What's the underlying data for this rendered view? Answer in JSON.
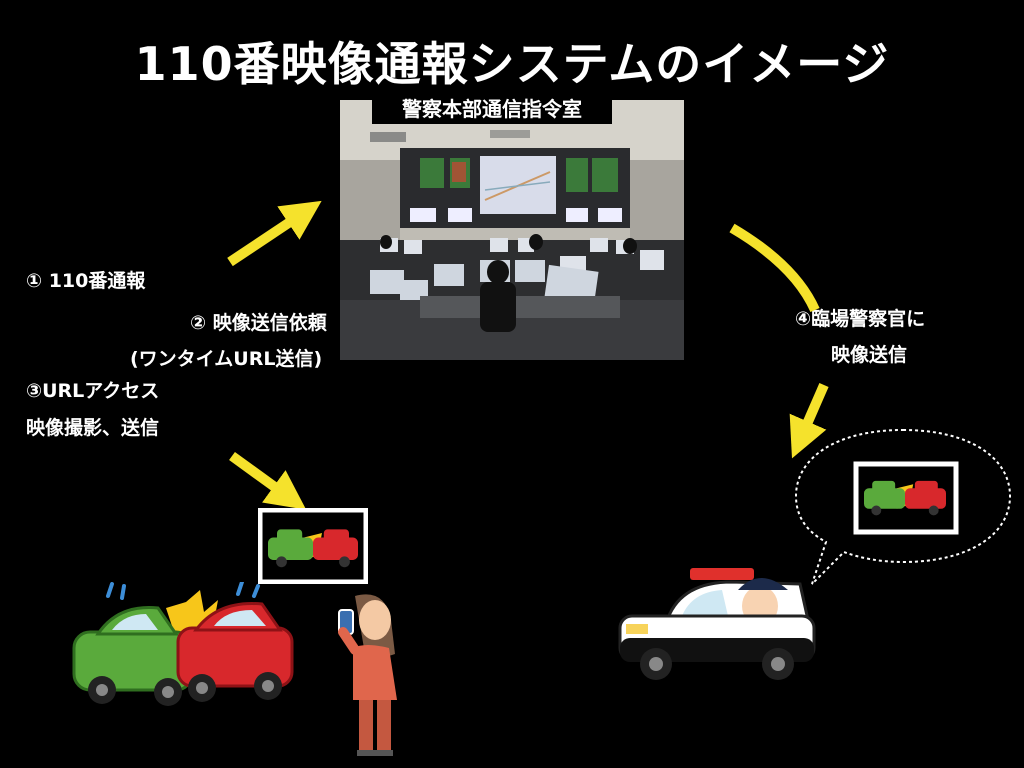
{
  "title": "110番映像通報システムのイメージ",
  "command_room": {
    "label": "警察本部通信指令室"
  },
  "steps": {
    "s1": "① 110番通報",
    "s2_line1": "② 映像送信依頼",
    "s2_line2": "(ワンタイムURL送信)",
    "s3_line1": "③URLアクセス",
    "s3_line2": "映像撮影、送信",
    "s4_line1": "④臨場警察官に",
    "s4_line2": "映像送信"
  },
  "colors": {
    "background": "#000000",
    "arrow": "#f5e22c",
    "green_car": "#5aaa3c",
    "red_car": "#d8282c",
    "text": "#ffffff"
  },
  "icons": [
    "crash-cars-icon",
    "smartphone-user-icon",
    "police-car-icon",
    "speech-bubble-icon"
  ]
}
